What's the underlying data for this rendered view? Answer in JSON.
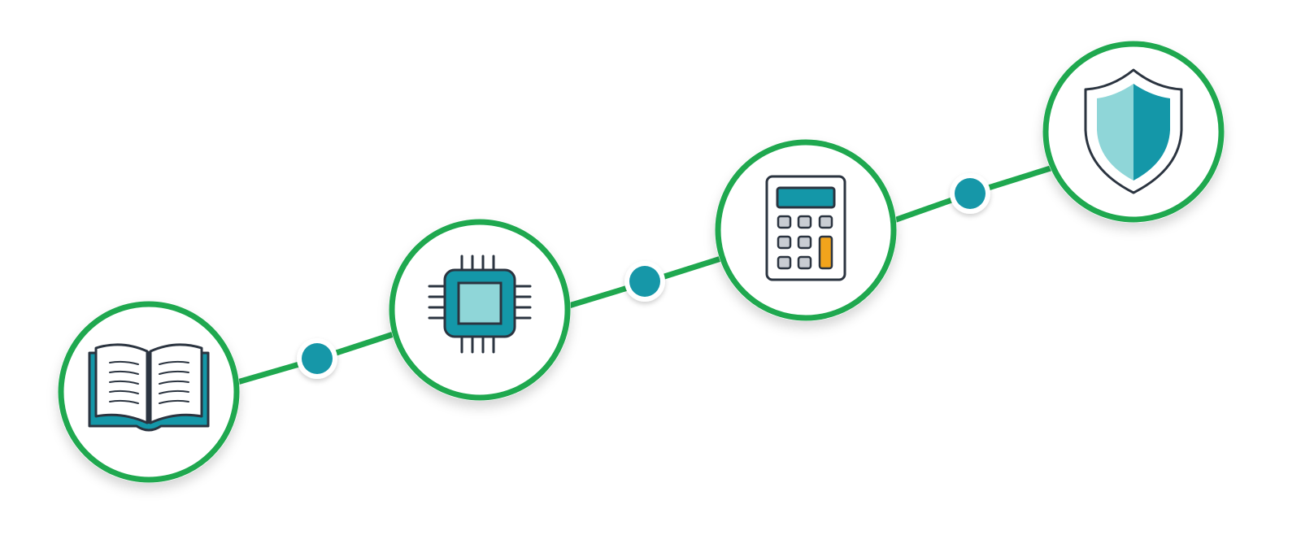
{
  "diagram": {
    "type": "icon-roadmap",
    "colors": {
      "background": "#ffffff",
      "connector": "#1fa84f",
      "ring": "#1fa84f",
      "node_fill": "#ffffff",
      "dot_fill": "#1497a8",
      "icon_stroke": "#2b3440",
      "icon_teal": "#1497a8",
      "icon_teal_light": "#8fd6d8",
      "icon_accent": "#f2a41c"
    },
    "steps": [
      {
        "id": "step-1",
        "icon": "open-book-icon"
      },
      {
        "id": "step-2",
        "icon": "cpu-chip-icon"
      },
      {
        "id": "step-3",
        "icon": "calculator-icon"
      },
      {
        "id": "step-4",
        "icon": "shield-icon"
      }
    ],
    "connector_dot_count": 3
  }
}
